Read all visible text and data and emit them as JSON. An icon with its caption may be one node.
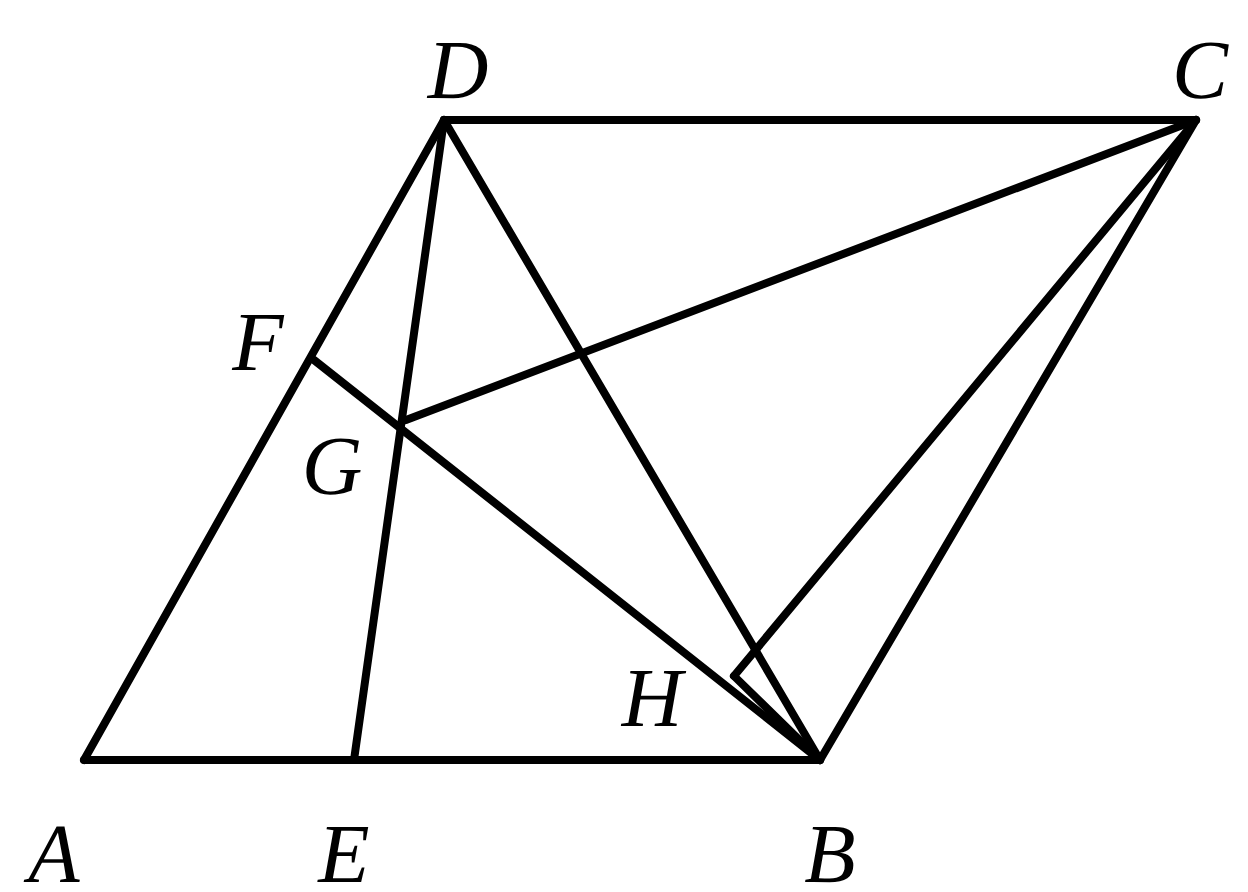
{
  "diagram": {
    "labels": [
      "D",
      "C",
      "F",
      "G",
      "H",
      "A",
      "E",
      "B"
    ]
  }
}
